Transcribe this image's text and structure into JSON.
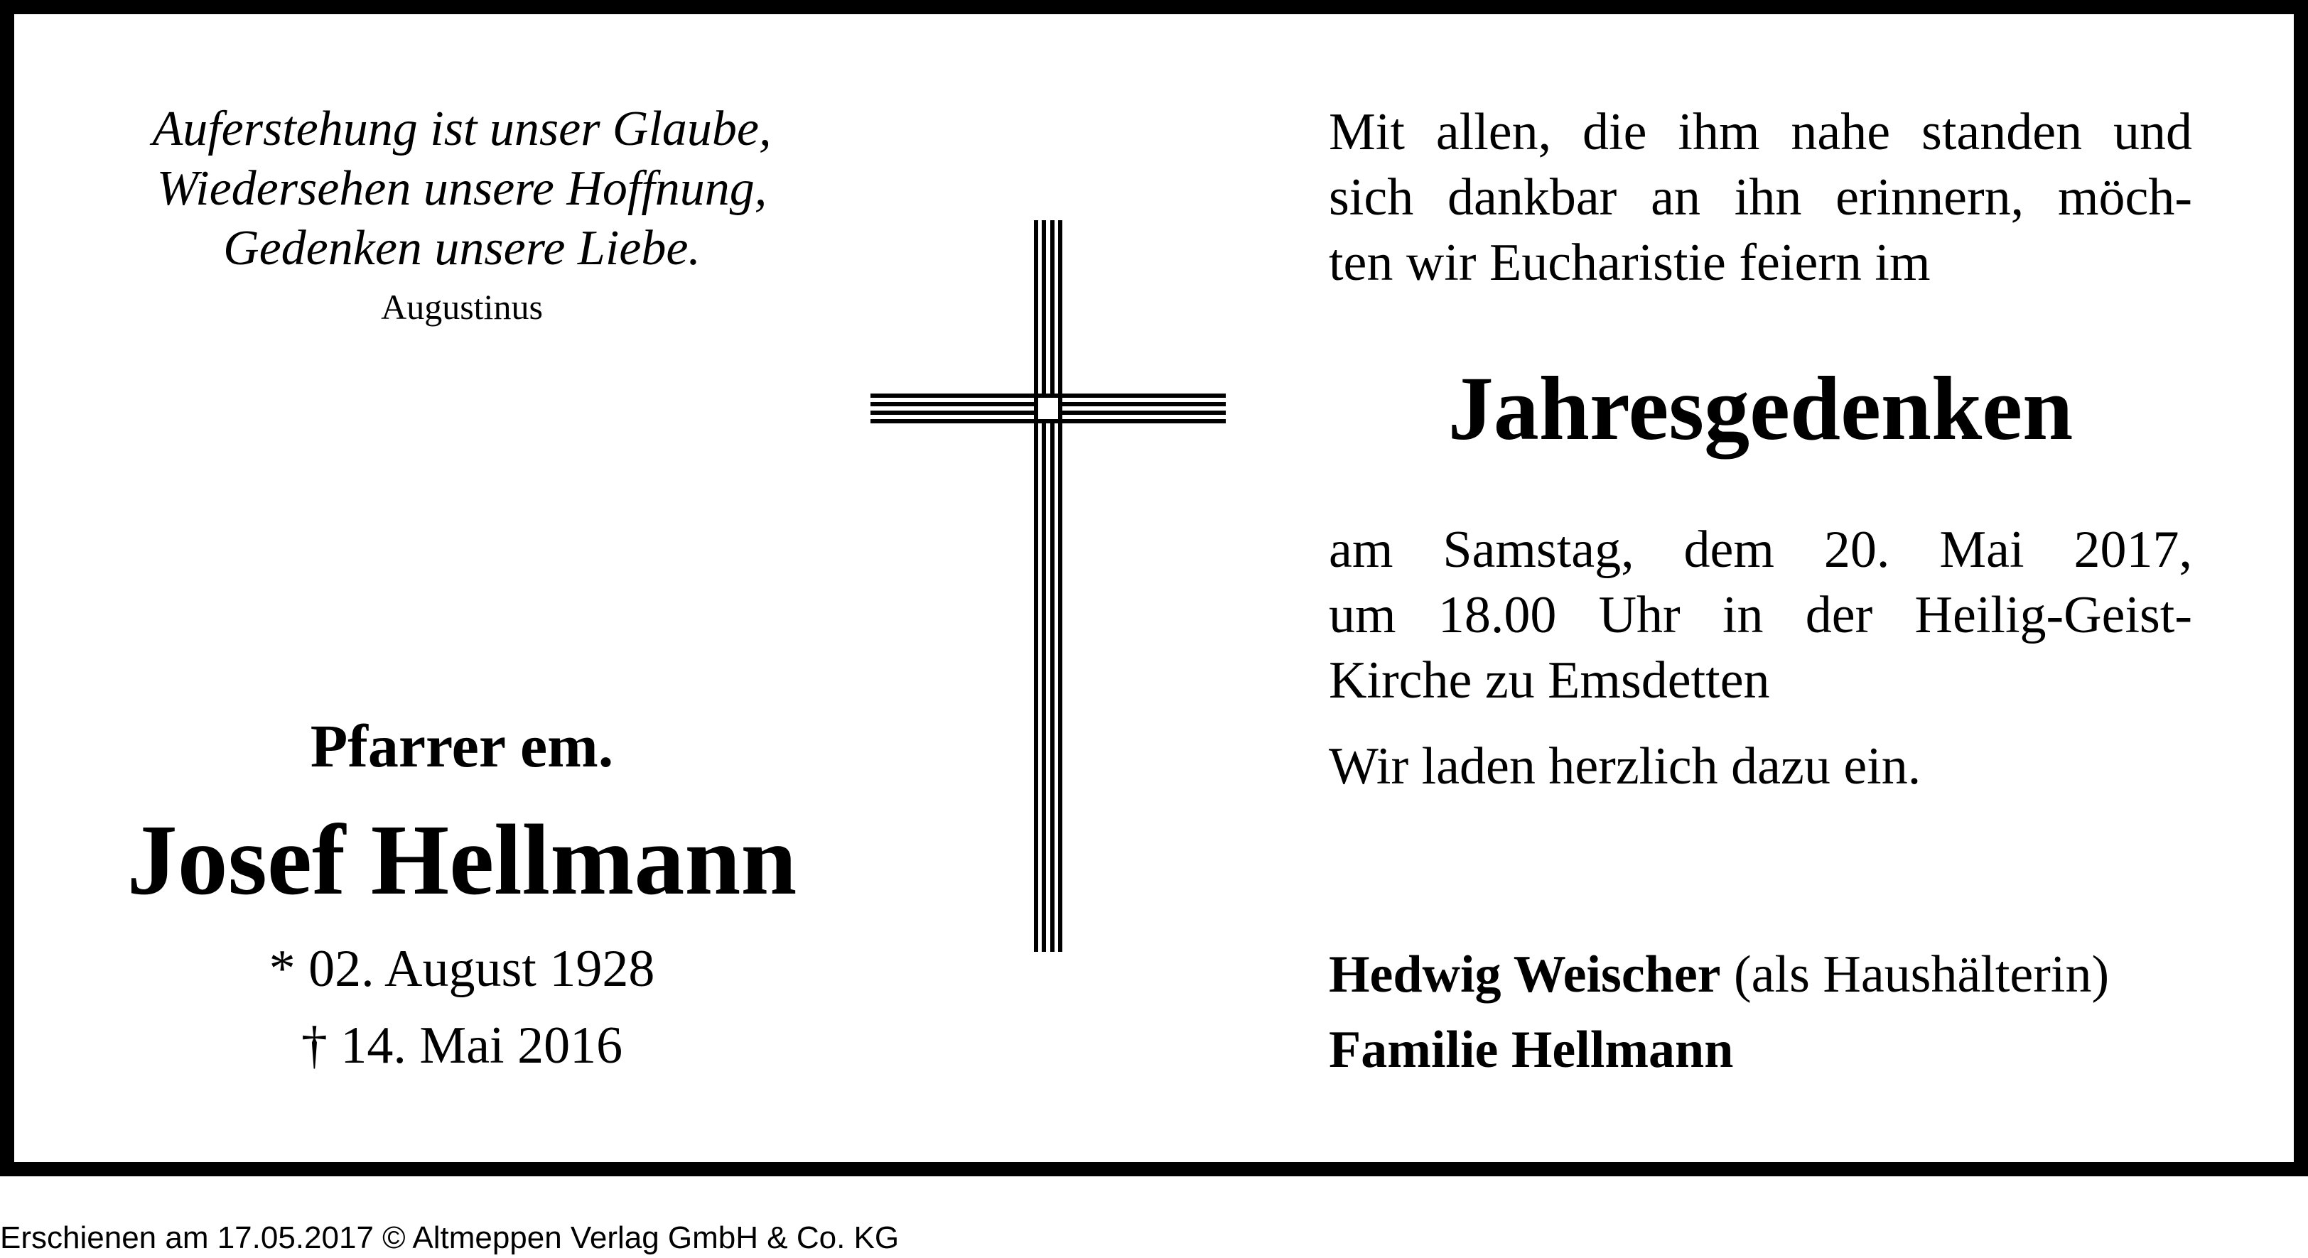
{
  "quote": {
    "lines": [
      "Auferstehung ist unser Glaube,",
      "Wiedersehen unsere Hoffnung,",
      "Gedenken unsere Liebe."
    ],
    "author": "Augustinus"
  },
  "deceased": {
    "title": "Pfarrer em.",
    "name": "Josef Hellmann",
    "born": "* 02. August 1928",
    "died": "† 14. Mai 2016"
  },
  "announcement": {
    "intro_lines": [
      "Mit allen, die ihm nahe standen und",
      "sich dankbar an ihn erinnern, möch-",
      "ten wir Eucharistie feiern im"
    ],
    "headline": "Jahresgedenken",
    "date_lines": [
      "am Samstag, dem 20. Mai 2017,",
      "um 18.00 Uhr in der Heilig-Geist-",
      "Kirche zu Emsdetten"
    ],
    "invitation": "Wir laden herzlich dazu ein."
  },
  "signatures": {
    "name1": "Hedwig Weischer",
    "note1": "(als Haushälterin)",
    "name2": "Familie Hellmann"
  },
  "footer": {
    "text": "Erschienen am 17.05.2017 © Altmeppen Verlag GmbH & Co. KG"
  },
  "colors": {
    "border": "#000000",
    "background": "#ffffff",
    "text": "#000000"
  },
  "icons": {
    "cross": "christian-cross-icon"
  }
}
